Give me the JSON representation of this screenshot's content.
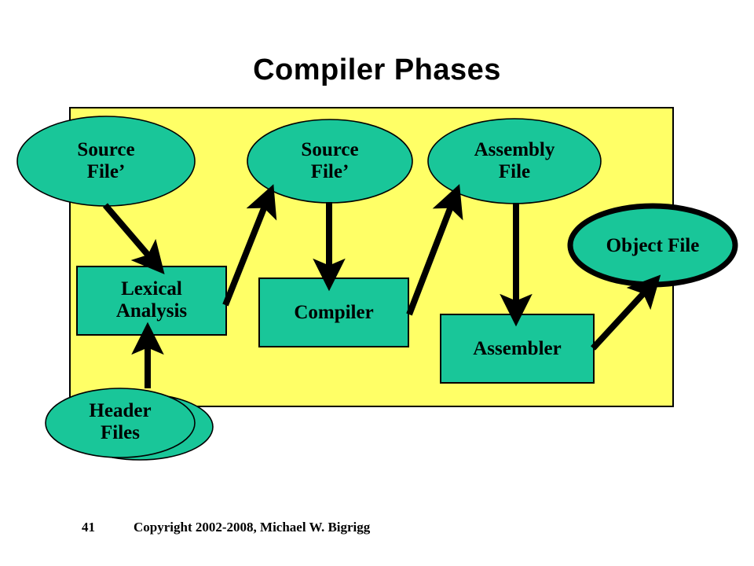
{
  "slide": {
    "title": "Compiler Phases",
    "background_color": "#ffffff",
    "panel_color": "#ffff66",
    "node_fill_color": "#19c699",
    "outline_color": "#000000"
  },
  "nodes": {
    "source_file_1": {
      "label": "Source\nFile’",
      "shape": "ellipse"
    },
    "source_file_2": {
      "label": "Source\nFile’",
      "shape": "ellipse"
    },
    "assembly_file": {
      "label": "Assembly\nFile",
      "shape": "ellipse"
    },
    "object_file": {
      "label": "Object File",
      "shape": "ellipse-thick"
    },
    "lexical_analysis": {
      "label": "Lexical\nAnalysis",
      "shape": "rect"
    },
    "compiler": {
      "label": "Compiler",
      "shape": "rect"
    },
    "assembler": {
      "label": "Assembler",
      "shape": "rect"
    },
    "header_files": {
      "label": "Header\nFiles",
      "shape": "ellipse-stack"
    }
  },
  "connections": [
    {
      "name": "source-file-1-to-lexical-analysis",
      "from": "source_file_1",
      "to": "lexical_analysis"
    },
    {
      "name": "header-files-to-lexical-analysis",
      "from": "header_files",
      "to": "lexical_analysis"
    },
    {
      "name": "lexical-analysis-to-source-file-2",
      "from": "lexical_analysis",
      "to": "source_file_2"
    },
    {
      "name": "source-file-2-to-compiler",
      "from": "source_file_2",
      "to": "compiler"
    },
    {
      "name": "compiler-to-assembly-file",
      "from": "compiler",
      "to": "assembly_file"
    },
    {
      "name": "assembly-file-to-assembler",
      "from": "assembly_file",
      "to": "assembler"
    },
    {
      "name": "assembler-to-object-file",
      "from": "assembler",
      "to": "object_file"
    }
  ],
  "footer": {
    "page_number": "41",
    "copyright": "Copyright 2002-2008, Michael W. Bigrigg"
  }
}
